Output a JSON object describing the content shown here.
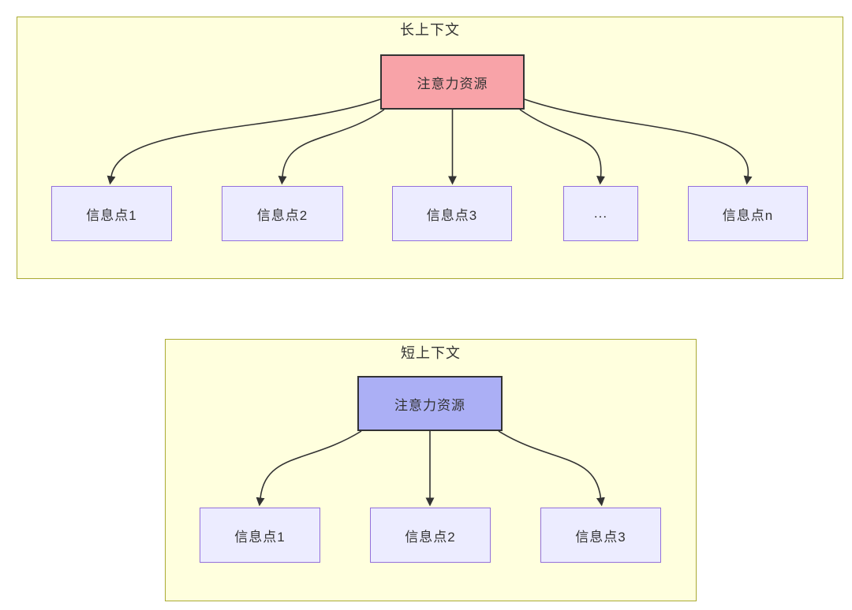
{
  "colors": {
    "page_bg": "#ffffff",
    "container_fill": "#ffffde",
    "container_border": "#aaaa33",
    "node_fill": "#ececff",
    "node_border": "#9370db",
    "attention_long_fill": "#f8a3a8",
    "attention_short_fill": "#abaff5",
    "attention_border": "#333333",
    "arrow": "#333333",
    "text": "#333333"
  },
  "long_context": {
    "title": "长上下文",
    "attention_label": "注意力资源",
    "nodes": [
      {
        "label": "信息点1"
      },
      {
        "label": "信息点2"
      },
      {
        "label": "信息点3"
      },
      {
        "label": "..."
      },
      {
        "label": "信息点n"
      }
    ]
  },
  "short_context": {
    "title": "短上下文",
    "attention_label": "注意力资源",
    "nodes": [
      {
        "label": "信息点1"
      },
      {
        "label": "信息点2"
      },
      {
        "label": "信息点3"
      }
    ]
  }
}
